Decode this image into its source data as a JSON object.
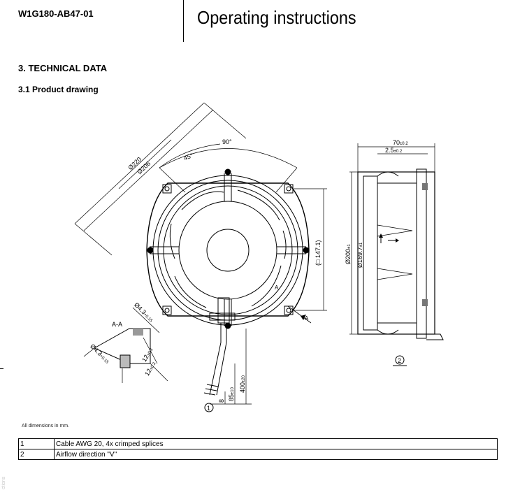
{
  "header": {
    "doc_id": "W1G180-AB47-01",
    "title": "Operating instructions"
  },
  "section": {
    "heading": "3. TECHNICAL DATA",
    "subheading": "3.1 Product drawing"
  },
  "drawing": {
    "labels": {
      "dia_outer": "Ø220",
      "dia_ring": "Ø206",
      "angle_90": "90°",
      "angle_45": "45°",
      "square": "(□ 147.1)",
      "section_mark": "A",
      "section_title": "A-A",
      "hole_dia": "Ø4.3",
      "hole_dia_tol": "+0.15",
      "boss_dia": "Ø4.3",
      "boss_dia_tol": "+0.15",
      "depth_a": "12",
      "depth_a_tol": "±0.3",
      "depth_b": "12",
      "depth_b_tol": "±0.3",
      "cable_len_1": "400",
      "cable_len_1_tol": "±20",
      "cable_len_2": "85",
      "cable_len_2_tol": "±10",
      "cable_len_3": "8",
      "width_70": "70",
      "width_70_tol": "±0.2",
      "width_25": "2.5",
      "width_25_tol": "±0.2",
      "dia_200": "Ø200",
      "dia_200_tol": "±1",
      "dia_1697": "Ø169.7",
      "dia_1697_tol": "±1",
      "callout_1": "1",
      "callout_2": "2"
    }
  },
  "note": "All dimensions in mm.",
  "legend": [
    {
      "num": "1",
      "text": "Cable AWG 20, 4x crimped splices"
    },
    {
      "num": "2",
      "text": "Airflow direction \"V\""
    }
  ],
  "side_watermark": "ctions"
}
